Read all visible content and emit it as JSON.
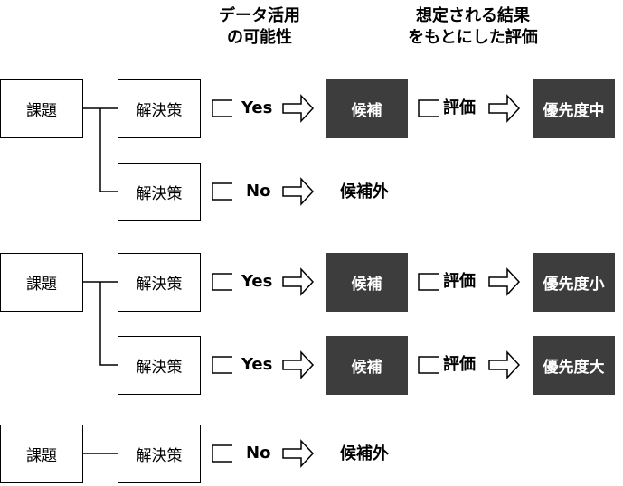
{
  "headers": {
    "data_usage": "データ活用\nの可能性",
    "expected_result": "想定される結果\nをもとにした評価"
  },
  "groups": [
    {
      "issue": "課題",
      "solutions": [
        {
          "label": "解決策",
          "availability": "Yes",
          "status": "候補",
          "evaluation": "評価",
          "priority": "優先度中"
        },
        {
          "label": "解決策",
          "availability": "No",
          "status": "候補外"
        }
      ]
    },
    {
      "issue": "課題",
      "solutions": [
        {
          "label": "解決策",
          "availability": "Yes",
          "status": "候補",
          "evaluation": "評価",
          "priority": "優先度小"
        },
        {
          "label": "解決策",
          "availability": "Yes",
          "status": "候補",
          "evaluation": "評価",
          "priority": "優先度大"
        }
      ]
    },
    {
      "issue": "課題",
      "solutions": [
        {
          "label": "解決策",
          "availability": "No",
          "status": "候補外"
        }
      ]
    }
  ],
  "colors": {
    "dark_box": "#3d3d3d",
    "line": "#000000"
  }
}
